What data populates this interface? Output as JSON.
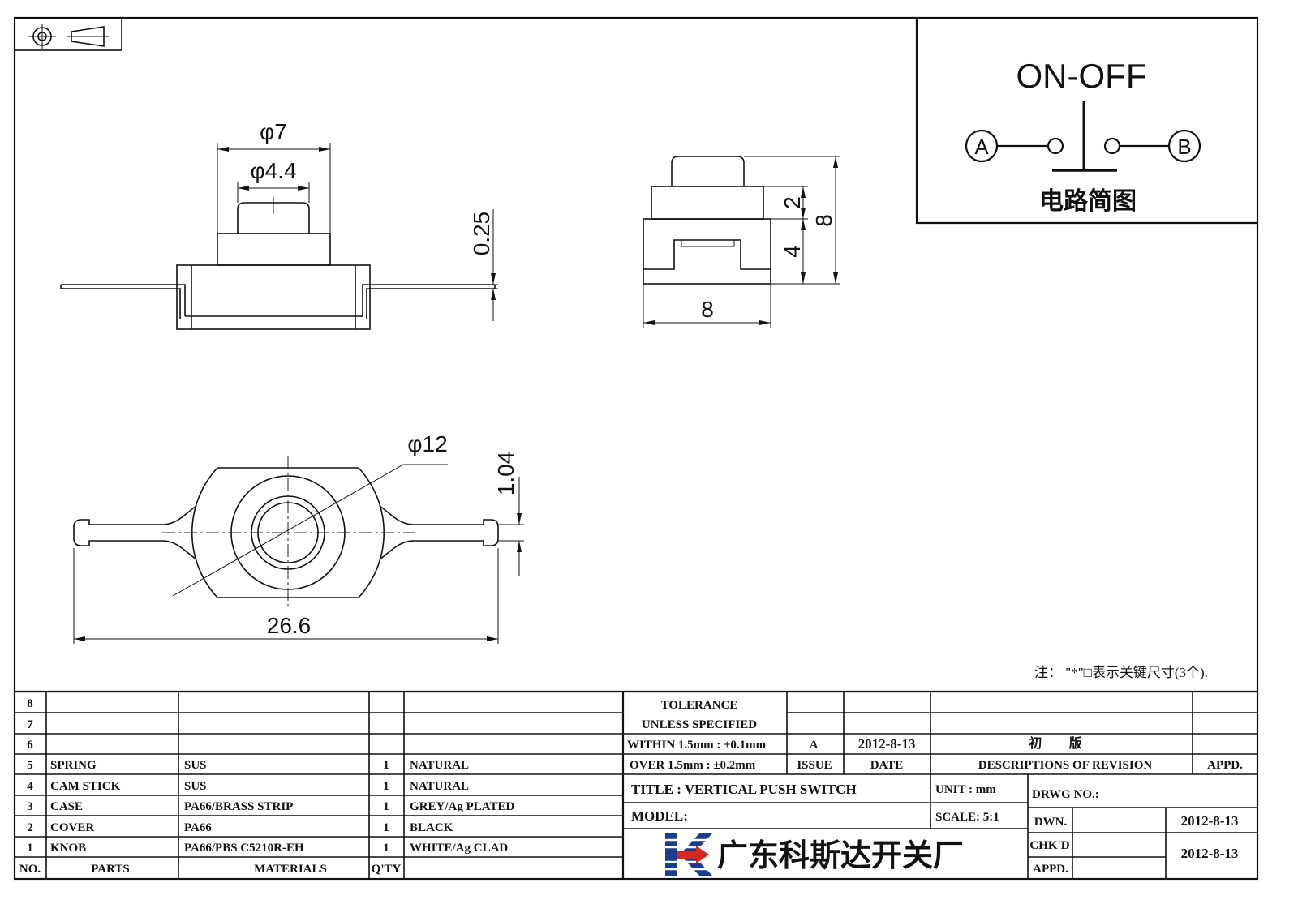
{
  "projection_symbol": {
    "icon": "first-angle-projection-icon"
  },
  "circuit": {
    "title": "ON-OFF",
    "terminal_a": "A",
    "terminal_b": "B",
    "caption": "电路简图"
  },
  "front_view": {
    "dim_cover_dia": "φ7",
    "dim_knob_dia": "φ4.4",
    "dim_terminal_thickness": "0.25"
  },
  "side_view": {
    "dim_cover_height": "2",
    "dim_total_height": "8",
    "dim_case_height": "4",
    "dim_width": "8"
  },
  "bottom_view": {
    "dim_case_dia": "φ12",
    "dim_terminal_width": "1.04",
    "dim_overall_length": "26.6"
  },
  "note": "注： \"*\"□表示关键尺寸(3个).",
  "bom": {
    "header": {
      "no": "NO.",
      "parts": "PARTS",
      "materials": "MATERIALS",
      "qty": "Q'TY"
    },
    "rows": [
      {
        "no": "8"
      },
      {
        "no": "7"
      },
      {
        "no": "6"
      },
      {
        "no": "5",
        "part": "SPRING",
        "material": "SUS",
        "qty": "1",
        "finish": "NATURAL"
      },
      {
        "no": "4",
        "part": "CAM STICK",
        "material": "SUS",
        "qty": "1",
        "finish": "NATURAL"
      },
      {
        "no": "3",
        "part": "CASE",
        "material": "PA66/BRASS STRIP",
        "qty": "1",
        "finish": "GREY/Ag PLATED"
      },
      {
        "no": "2",
        "part": "COVER",
        "material": "PA66",
        "qty": "1",
        "finish": "BLACK"
      },
      {
        "no": "1",
        "part": "KNOB",
        "material": "PA66/PBS C5210R-EH",
        "qty": "1",
        "finish": "WHITE/Ag CLAD"
      }
    ]
  },
  "tolerance": {
    "title_1": "TOLERANCE",
    "title_2": "UNLESS SPECIFIED",
    "within": "WITHIN 1.5mm : ±0.1mm",
    "over": "OVER 1.5mm : ±0.2mm"
  },
  "revision": {
    "issue": "A",
    "date": "2012-8-13",
    "description": "初 版",
    "issue_label": "ISSUE",
    "date_label": "DATE",
    "description_label": "DESCRIPTIONS OF REVISION",
    "appd_label": "APPD."
  },
  "title_block": {
    "title": "TITLE : VERTICAL PUSH SWITCH",
    "unit": "UNIT : mm",
    "drwg_no_label": "DRWG NO.:",
    "model_label": "MODEL:",
    "scale": "SCALE: 5:1",
    "dwn_label": "DWN.",
    "dwn_date": "2012-8-13",
    "chkd_label": "CHK'D",
    "appd_label": "APPD.",
    "chkd_date": "2012-8-13",
    "company": "广东科斯达开关厂",
    "logo_icon": "company-logo-icon"
  },
  "colors": {
    "ink": "#111111",
    "logo_blue": "#1d3c8f",
    "logo_red": "#d8261c"
  }
}
